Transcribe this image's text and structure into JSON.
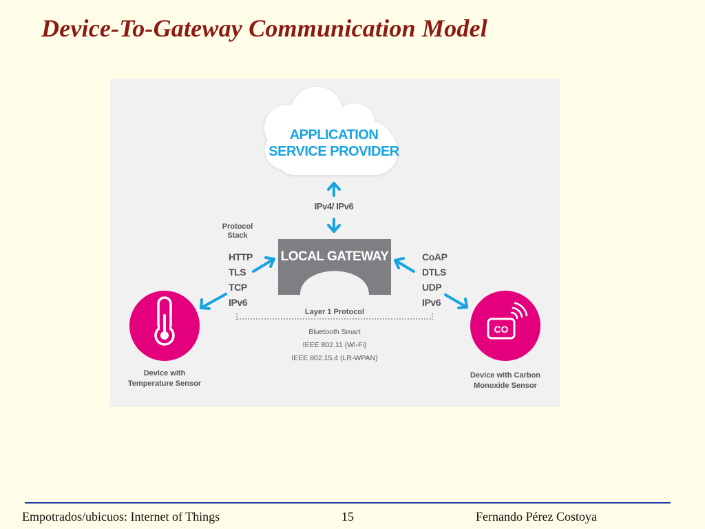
{
  "slide": {
    "title": "Device-To-Gateway Communication Model"
  },
  "diagram": {
    "cloud_label_line1": "APPLICATION",
    "cloud_label_line2": "SERVICE PROVIDER",
    "uplink_protocol": "IPv4/ IPv6",
    "gateway_label": "LOCAL GATEWAY",
    "protocol_stack_heading_line1": "Protocol",
    "protocol_stack_heading_line2": "Stack",
    "left_stack": [
      "HTTP",
      "TLS",
      "TCP",
      "IPv6"
    ],
    "right_stack": [
      "CoAP",
      "DTLS",
      "UDP",
      "IPv6"
    ],
    "layer1_heading": "Layer 1 Protocol",
    "layer1_items": [
      "Bluetooth Smart",
      "IEEE 802.11 (Wi-Fi)",
      "IEEE 802.15.4 (LR-WPAN)"
    ],
    "left_device_line1": "Device with",
    "left_device_line2": "Temperature Sensor",
    "right_device_line1": "Device with Carbon",
    "right_device_line2": "Monoxide Sensor",
    "co_badge": "CO",
    "colors": {
      "accent_blue": "#19a3e0",
      "device_magenta": "#e4007c",
      "gateway_gray": "#7d7f82",
      "title_red": "#8b1a12"
    }
  },
  "footer": {
    "course": "Empotrados/ubicuos: Internet of Things",
    "page_number": "15",
    "author": "Fernando Pérez Costoya"
  }
}
